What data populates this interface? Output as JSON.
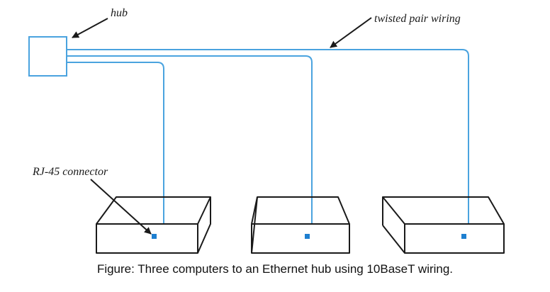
{
  "labels": {
    "hub": "hub",
    "twisted_pair": "twisted pair wiring",
    "rj45": "RJ-45 connector"
  },
  "caption": "Figure: Three computers to an Ethernet hub using 10BaseT wiring.",
  "colors": {
    "wire": "#4aa3df",
    "connector": "#1e7fd0",
    "outline": "#1a1a1a"
  }
}
